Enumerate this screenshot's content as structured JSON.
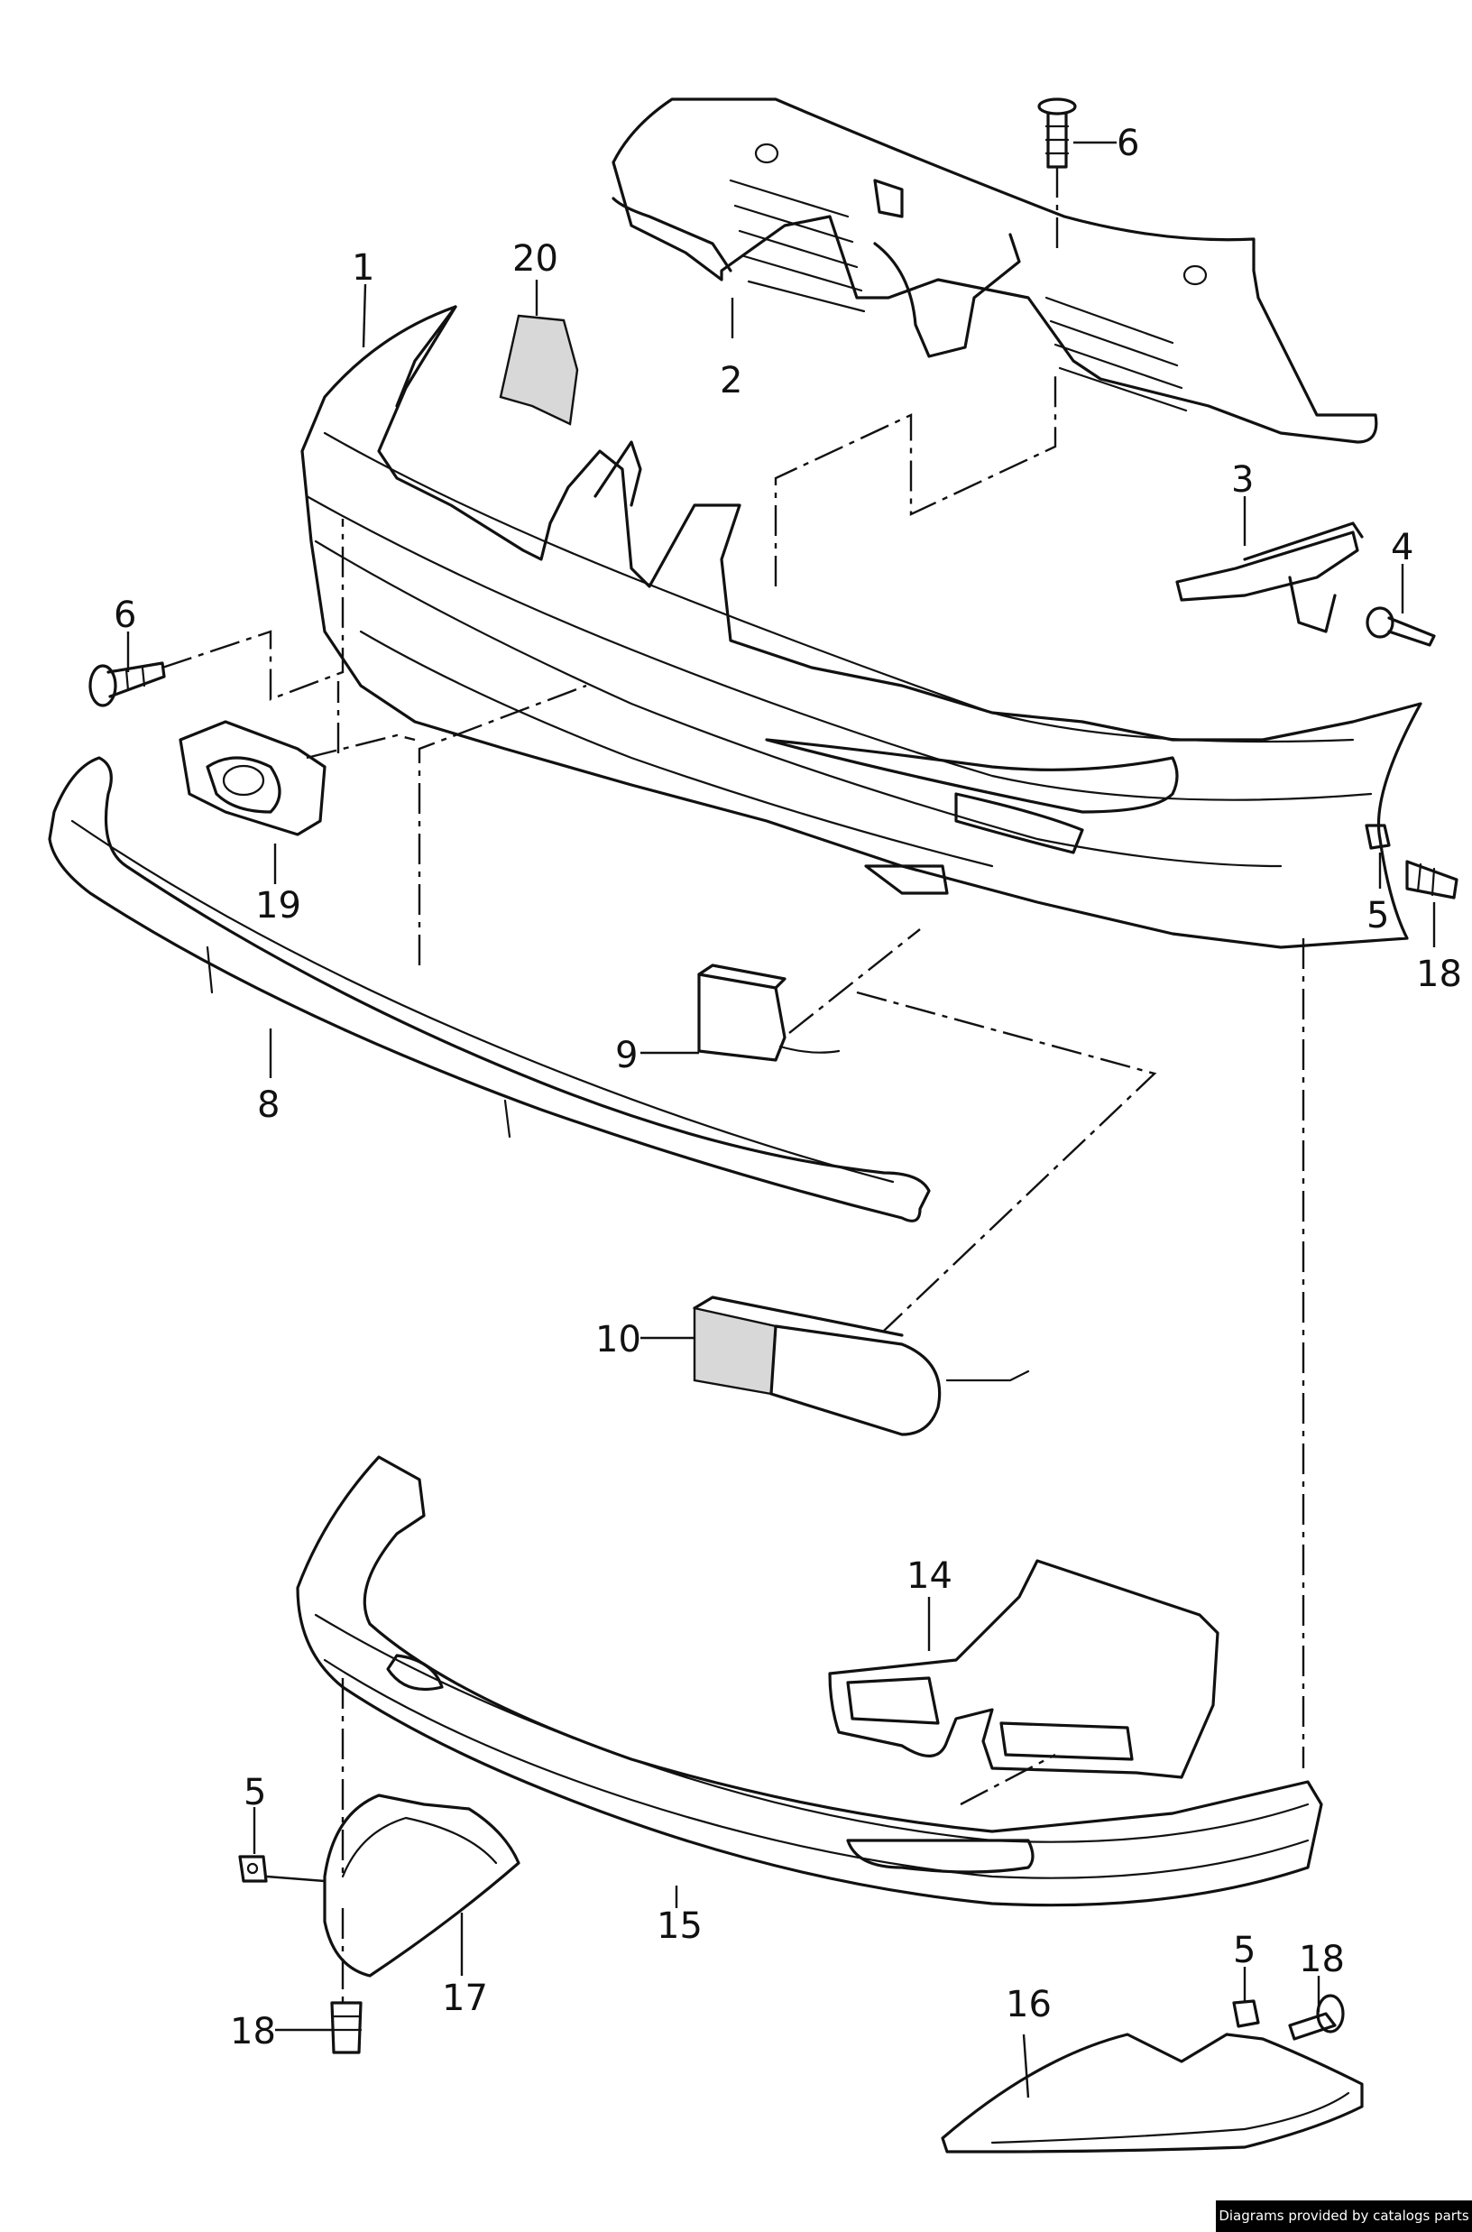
{
  "labels": {
    "l1": "1",
    "l2": "2",
    "l3": "3",
    "l4": "4",
    "l5a": "5",
    "l5b": "5",
    "l5c": "5",
    "l6a": "6",
    "l6b": "6",
    "l8": "8",
    "l9": "9",
    "l10": "10",
    "l14": "14",
    "l15": "15",
    "l16": "16",
    "l17": "17",
    "l18a": "18",
    "l18b": "18",
    "l18c": "18",
    "l19": "19",
    "l20": "20"
  },
  "footer": {
    "text": "Diagrams provided by catalogs parts"
  }
}
